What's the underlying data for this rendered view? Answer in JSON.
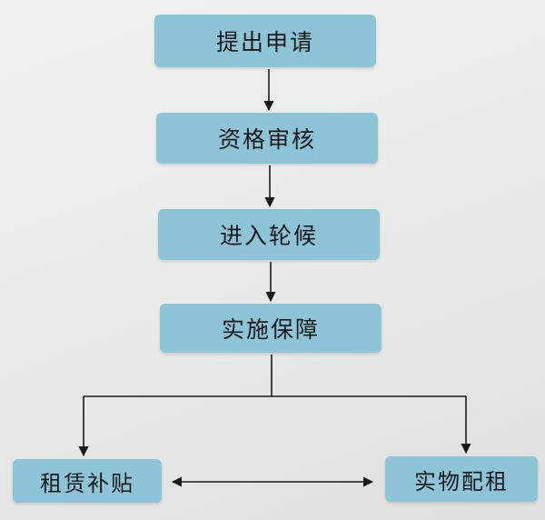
{
  "steps": {
    "apply": "提出申请",
    "review": "资格审核",
    "queue": "进入轮候",
    "implement": "实施保障"
  },
  "outcomes": {
    "rent_subsidy": "租赁补贴",
    "physical_rental": "实物配租"
  },
  "colors": {
    "box_fill": "#8ec4d8",
    "arrow": "#1a1a1a"
  }
}
